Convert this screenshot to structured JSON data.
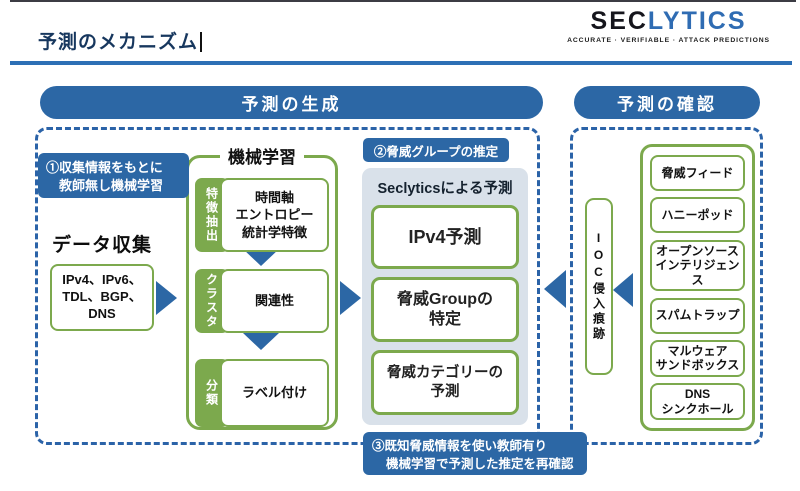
{
  "colors": {
    "primary_blue": "#2c67a5",
    "dashed_border_blue": "#2b63a8",
    "divider_blue": "#2d6fb5",
    "accent_green": "#7ca94d",
    "panel_gray": "#d9e1ea",
    "title_navy": "#17375e",
    "logo_black": "#15151c",
    "logo_blue": "#2f6cb3"
  },
  "header": {
    "title": "予測のメカニズム",
    "logo_part1": "SEC",
    "logo_part2": "LYTICS",
    "logo_tagline": "ACCURATE · VERIFIABLE · ATTACK PREDICTIONS"
  },
  "generation": {
    "header": "予測の生成",
    "step1_badge": {
      "line1": "①収集情報をもとに",
      "line2": "教師無し機械学習"
    },
    "data_collection_title": "データ収集",
    "data_sources": "IPv4、IPv6、\nTDL、BGP、\nDNS",
    "machine_learning": {
      "title": "機械学習",
      "rows": [
        {
          "label": "特徴抽出",
          "content": "時間軸\nエントロピー\n統計学特徴"
        },
        {
          "label": "クラスタ",
          "content": "関連性"
        },
        {
          "label": "分類",
          "content": "ラベル付け"
        }
      ]
    },
    "step2_badge": "②脅威グループの推定",
    "prediction_panel": {
      "title": "Seclyticsによる予測",
      "boxes": [
        "IPv4予測",
        "脅威Groupの\n特定",
        "脅威カテゴリーの\n予測"
      ]
    }
  },
  "verification": {
    "header": "予測の確認",
    "ioc_label": "IOC侵入痕跡",
    "sources": [
      "脅威フィード",
      "ハニーポッド",
      "オープンソース\nインテリジェンス",
      "スパムトラップ",
      "マルウェア\nサンドボックス",
      "DNS\nシンクホール"
    ]
  },
  "step3_badge": {
    "line1": "③既知脅威情報を使い教師有り",
    "line2": "機械学習で予測した推定を再確認"
  }
}
